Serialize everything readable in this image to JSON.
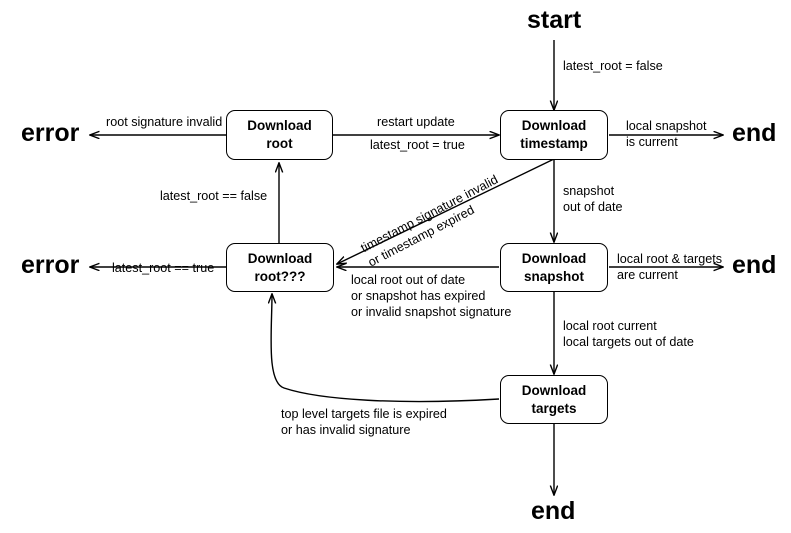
{
  "diagram": {
    "title": "TUF client update workflow",
    "background_color": "#ffffff",
    "line_color": "#000000",
    "nodes": [
      {
        "id": "download_root",
        "line1": "Download",
        "line2": "root"
      },
      {
        "id": "download_timestamp",
        "line1": "Download",
        "line2": "timestamp"
      },
      {
        "id": "download_rootq",
        "line1": "Download",
        "line2": "root???"
      },
      {
        "id": "download_snapshot",
        "line1": "Download",
        "line2": "snapshot"
      },
      {
        "id": "download_targets",
        "line1": "Download",
        "line2": "targets"
      }
    ],
    "terminals": [
      {
        "id": "start",
        "label": "start"
      },
      {
        "id": "error_top",
        "label": "error"
      },
      {
        "id": "error_mid",
        "label": "error"
      },
      {
        "id": "end_top",
        "label": "end"
      },
      {
        "id": "end_mid",
        "label": "end"
      },
      {
        "id": "end_bottom",
        "label": "end"
      }
    ],
    "edge_labels": [
      {
        "id": "start_to_timestamp",
        "text": "latest_root = false"
      },
      {
        "id": "root_to_error",
        "text": "root signature invalid"
      },
      {
        "id": "root_to_timestamp_line1",
        "text": "restart update"
      },
      {
        "id": "root_to_timestamp_line2",
        "text": "latest_root = true"
      },
      {
        "id": "timestamp_to_end",
        "text": "local snapshot\nis current"
      },
      {
        "id": "rootq_to_root",
        "text": "latest_root == false"
      },
      {
        "id": "timestamp_to_rootq",
        "text": "timestamp signature invalid\nor timestamp expired"
      },
      {
        "id": "timestamp_to_snapshot",
        "text": "snapshot\nout of date"
      },
      {
        "id": "rootq_to_error",
        "text": "latest_root == true"
      },
      {
        "id": "snapshot_to_rootq",
        "text": "local root out of date\nor snapshot has expired\nor invalid snapshot signature"
      },
      {
        "id": "snapshot_to_end",
        "text": "local root & targets\nare current"
      },
      {
        "id": "snapshot_to_targets",
        "text": "local root current\nlocal targets out of date"
      },
      {
        "id": "targets_to_rootq",
        "text": "top level targets file is expired\nor has invalid signature"
      }
    ]
  }
}
